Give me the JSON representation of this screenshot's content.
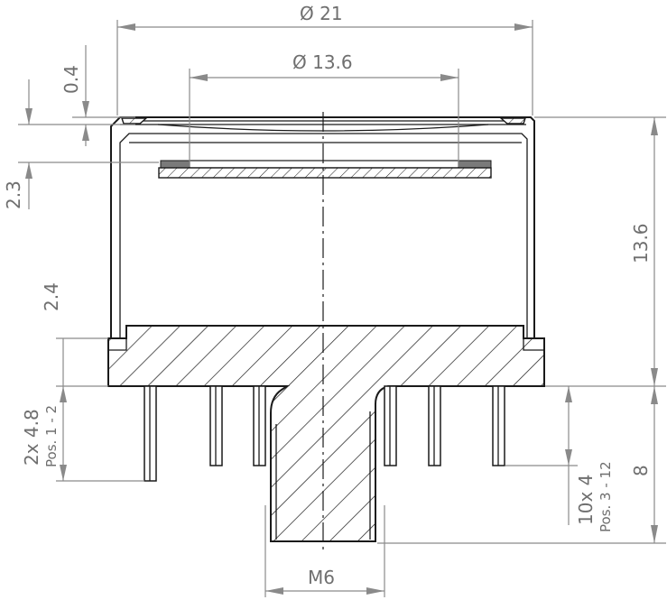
{
  "drawing": {
    "dimensions": {
      "outer_diameter": "Ø 21",
      "inner_diameter": "Ø 13.6",
      "top_offset": "0.4",
      "membrane_depth": "2.3",
      "body_height": "13.6",
      "flange_height": "2.4",
      "pin_length_a": "2x 4.8",
      "pin_pos_a": "Pos. 1 - 2",
      "pin_length_b": "10x 4",
      "pin_pos_b": "Pos. 3 - 12",
      "thread_length": "8",
      "thread": "M6"
    },
    "colors": {
      "line": "#1a1a1a",
      "dimension": "#8a8a8a",
      "text": "#6f6f6f",
      "membrane": "#7a7a7a"
    }
  }
}
